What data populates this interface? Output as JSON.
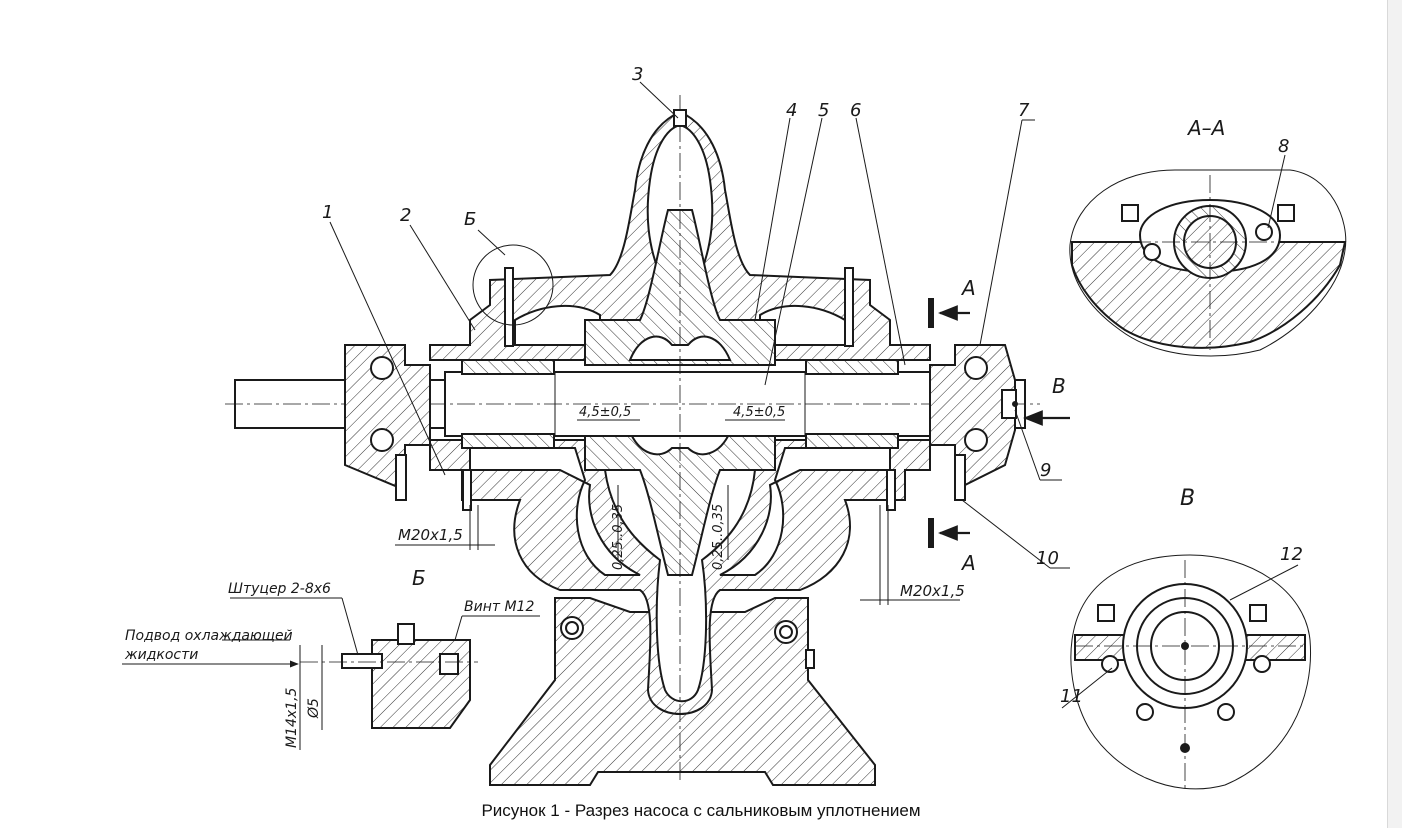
{
  "caption": "Рисунок 1 - Разрез насоса с сальниковым уплотнением",
  "callouts": [
    "1",
    "2",
    "3",
    "4",
    "5",
    "6",
    "7",
    "8",
    "9",
    "10",
    "11",
    "12"
  ],
  "section_labels": {
    "a_a_view": "А–А",
    "b_view": "В",
    "detail_b": "Б",
    "detail_b_ref": "Б",
    "cut_a_top": "А",
    "cut_a_bottom": "А",
    "arrow_b": "В"
  },
  "dimensions": {
    "thread_left": "М20х1,5",
    "thread_right": "М20х1,5",
    "gap_left": "4,5±0,5",
    "gap_right": "4,5±0,5",
    "clearance_left": "0,25..0,35",
    "clearance_right": "0,25..0,35",
    "detail_thread": "М14х1,5",
    "detail_dia": "Ø5"
  },
  "detail_notes": {
    "fitting": "Штуцер 2-8х6",
    "screw": "Винт М12",
    "coolant_line1": "Подвод охлаждающей",
    "coolant_line2": "жидкости"
  }
}
